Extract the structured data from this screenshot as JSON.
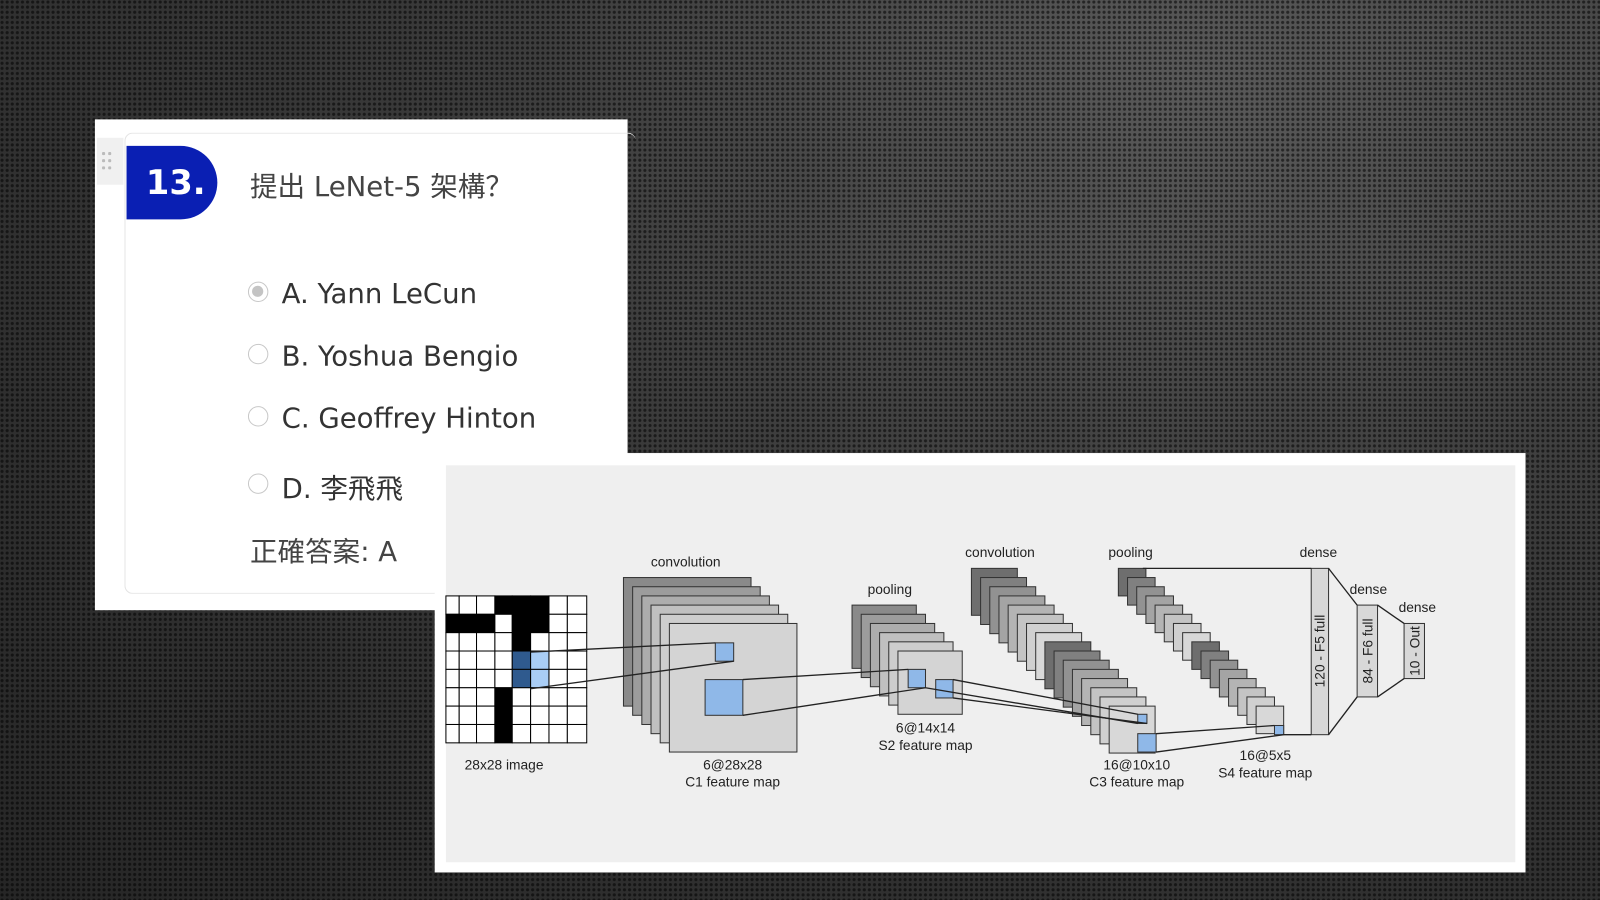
{
  "quiz": {
    "number": "13.",
    "question": "提出 LeNet-5 架構？",
    "options": [
      {
        "label": "A. Yann LeCun",
        "selected": true
      },
      {
        "label": "B. Yoshua Bengio",
        "selected": false
      },
      {
        "label": "C. Geoffrey Hinton",
        "selected": false
      },
      {
        "label": "D. 李飛飛",
        "selected": false
      }
    ],
    "answer": "正確答案: A",
    "badge_color": "#0a1fb3"
  },
  "diagram": {
    "labels": {
      "conv1": "convolution",
      "pool1": "pooling",
      "conv2": "convolution",
      "pool2": "pooling",
      "dense1": "dense",
      "dense2": "dense",
      "dense3": "dense",
      "input": "28x28 image",
      "c1_size": "6@28x28",
      "c1_name": "C1 feature map",
      "s2_size": "6@14x14",
      "s2_name": "S2 feature map",
      "c3_size": "16@10x10",
      "c3_name": "C3 feature map",
      "s4_size": "16@5x5",
      "s4_name": "S4 feature map",
      "f5": "120 - F5 full",
      "f6": "84 - F6 full",
      "out": "10 - Out"
    },
    "highlight_color": "#8fb8e8"
  }
}
